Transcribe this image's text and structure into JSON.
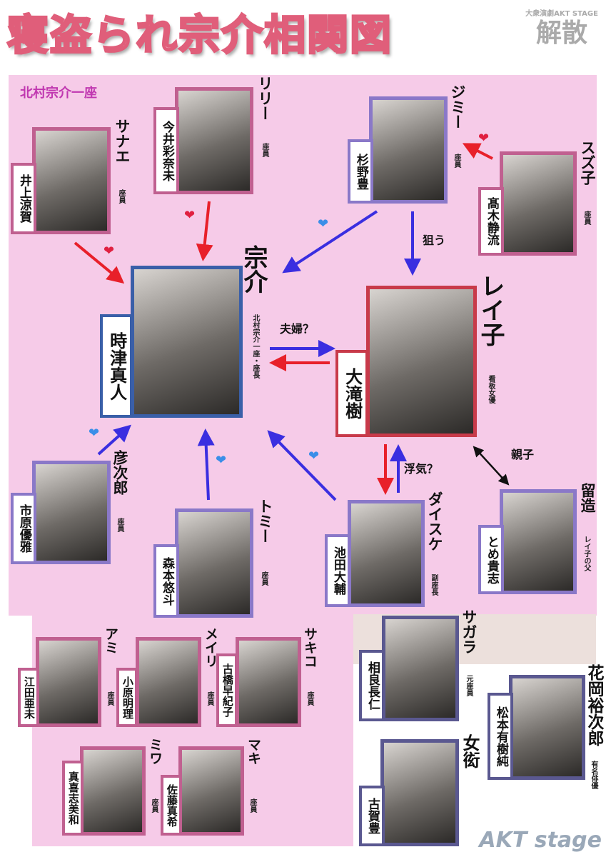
{
  "title": "寝盗られ宗介相関図",
  "logo": {
    "top": "大衆演劇AKT STAGE",
    "main": "解散",
    "bottom": "AKT stage"
  },
  "troupe_label": "北村宗介一座",
  "people": [
    {
      "id": "sanae",
      "role": "サナエ",
      "actor": "井上涼賀",
      "sub": "座員",
      "color": "#c06090"
    },
    {
      "id": "lily",
      "role": "リリー",
      "actor": "今井彩奈未",
      "sub": "座員",
      "color": "#c06090"
    },
    {
      "id": "jimmy",
      "role": "ジミー",
      "actor": "杉野豊",
      "sub": "座員",
      "color": "#8a78c8"
    },
    {
      "id": "suzuko",
      "role": "スズ子",
      "actor": "髙木静流",
      "sub": "座員",
      "color": "#c06090"
    },
    {
      "id": "sosuke",
      "role": "宗介",
      "actor": "時津真人",
      "sub": "北村宗介一座・座長",
      "color": "#3a5fa8"
    },
    {
      "id": "reiko",
      "role": "レイ子",
      "actor": "大滝樹",
      "sub": "看板女優",
      "color": "#c83a4a"
    },
    {
      "id": "hikojiro",
      "role": "彦次郎",
      "actor": "市原優雅",
      "sub": "座員",
      "color": "#8a78c8"
    },
    {
      "id": "tommy",
      "role": "トミー",
      "actor": "森本悠斗",
      "sub": "座員",
      "color": "#8a78c8"
    },
    {
      "id": "daisuke",
      "role": "ダイスケ",
      "actor": "池田大輔",
      "sub": "副座長",
      "color": "#8a78c8"
    },
    {
      "id": "tomezo",
      "role": "留造",
      "actor": "とめ貴志",
      "sub": "レイ子の父",
      "color": "#8a78c8"
    },
    {
      "id": "ami",
      "role": "アミ",
      "actor": "江田亜未",
      "sub": "座員",
      "color": "#c06090"
    },
    {
      "id": "meiri",
      "role": "メイリ",
      "actor": "小原明理",
      "sub": "座員",
      "color": "#c06090"
    },
    {
      "id": "sakiko",
      "role": "サキコ",
      "actor": "古橋早紀子",
      "sub": "座員",
      "color": "#c06090"
    },
    {
      "id": "miwa",
      "role": "ミワ",
      "actor": "真喜志美和",
      "sub": "座員",
      "color": "#c06090"
    },
    {
      "id": "maki",
      "role": "マキ",
      "actor": "佐藤真希",
      "sub": "座員",
      "color": "#c06090"
    },
    {
      "id": "sagara",
      "role": "サガラ",
      "actor": "相良長仁",
      "sub": "元座員",
      "color": "#5a5890"
    },
    {
      "id": "zegen",
      "role": "女衒",
      "actor": "古賀豊",
      "sub": "",
      "color": "#5a5890"
    },
    {
      "id": "hanaoka",
      "role": "花岡裕次郎",
      "actor": "松本有樹純",
      "sub": "有名俳優",
      "color": "#5a5890"
    }
  ],
  "relations": {
    "couple": "夫婦？",
    "target": "狙う",
    "affair": "浮気？",
    "parent": "親子"
  },
  "colors": {
    "red_arrow": "#e8202a",
    "blue_arrow": "#3a2ee0",
    "heart_red": "#e02040",
    "heart_blue": "#3a8ee8"
  }
}
